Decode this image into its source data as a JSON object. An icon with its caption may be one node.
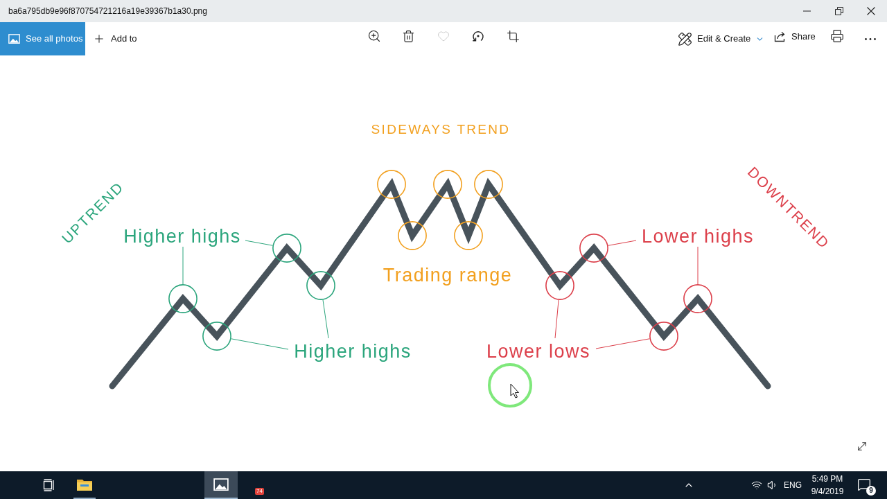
{
  "diagram": {
    "nodes": [
      {
        "text": [
          "Higher highs"
        ]
      },
      {
        "text": [
          "Lower highs"
        ]
      },
      {
        "text": [
          "Higher highs"
        ]
      },
      {
        "text": [
          "Lower lows"
        ]
      },
      {
        "text": [],
        "shape": "circle"
      },
      {
        "text": [],
        "shape": "circle"
      },
      {
        "text": [],
        "shape": "circle"
      },
      {
        "text": [],
        "shape": "circle"
      },
      {
        "text": [],
        "shape": "circle"
      },
      {
        "text": [],
        "shape": "circle"
      },
      {
        "text": [],
        "shape": "circle"
      },
      {
        "text": [],
        "shape": "circle"
      },
      {
        "text": [],
        "shape": "circle"
      },
      {
        "text": [],
        "shape": "circle"
      },
      {
        "text": [],
        "shape": "circle"
      },
      {
        "text": [],
        "shape": "circle"
      },
      {
        "text": [],
        "shape": "circle"
      }
    ],
    "edges": [
      {
        "from": 0,
        "to": 4,
        "arrow": "none"
      },
      {
        "from": 0,
        "to": 5,
        "arrow": "none"
      },
      {
        "from": 2,
        "to": 6,
        "arrow": "none"
      },
      {
        "from": 2,
        "to": 7,
        "arrow": "none"
      },
      {
        "from": 1,
        "to": 13,
        "arrow": "none",
        "color": "#dc3f4a"
      },
      {
        "from": 1,
        "to": 14,
        "arrow": "none",
        "color": "#dc3f4a"
      },
      {
        "from": 3,
        "to": 15,
        "arrow": "none",
        "color": "#dc3f4a"
      },
      {
        "from": 3,
        "to": 16,
        "arrow": "none",
        "color": "#dc3f4a"
      }
    ],
    "labels": [
      "ba6a795db9e96f870754721216a19e39367b1a30.png",
      "See all photos",
      "Add to",
      "Edit & Create",
      "Share",
      "SIDEWAYS TREND",
      "UPTREND",
      "DOWNTREND",
      "Trading range",
      "74",
      "ENG",
      "5:49 PM",
      "9/4/2019",
      "9"
    ]
  }
}
